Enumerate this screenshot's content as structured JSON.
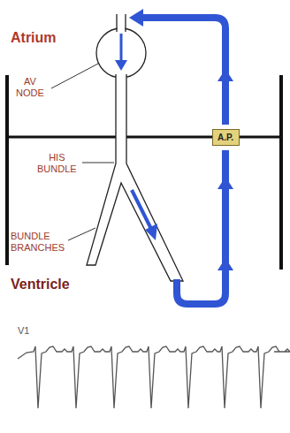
{
  "diagram": {
    "nodes": [
      {
        "text": [
          "A.P."
        ]
      }
    ],
    "labels": [
      "Atrium",
      "AV NODE",
      "HIS BUNDLE",
      "BUNDLE BRANCHES",
      "Ventricle",
      "V1"
    ]
  }
}
